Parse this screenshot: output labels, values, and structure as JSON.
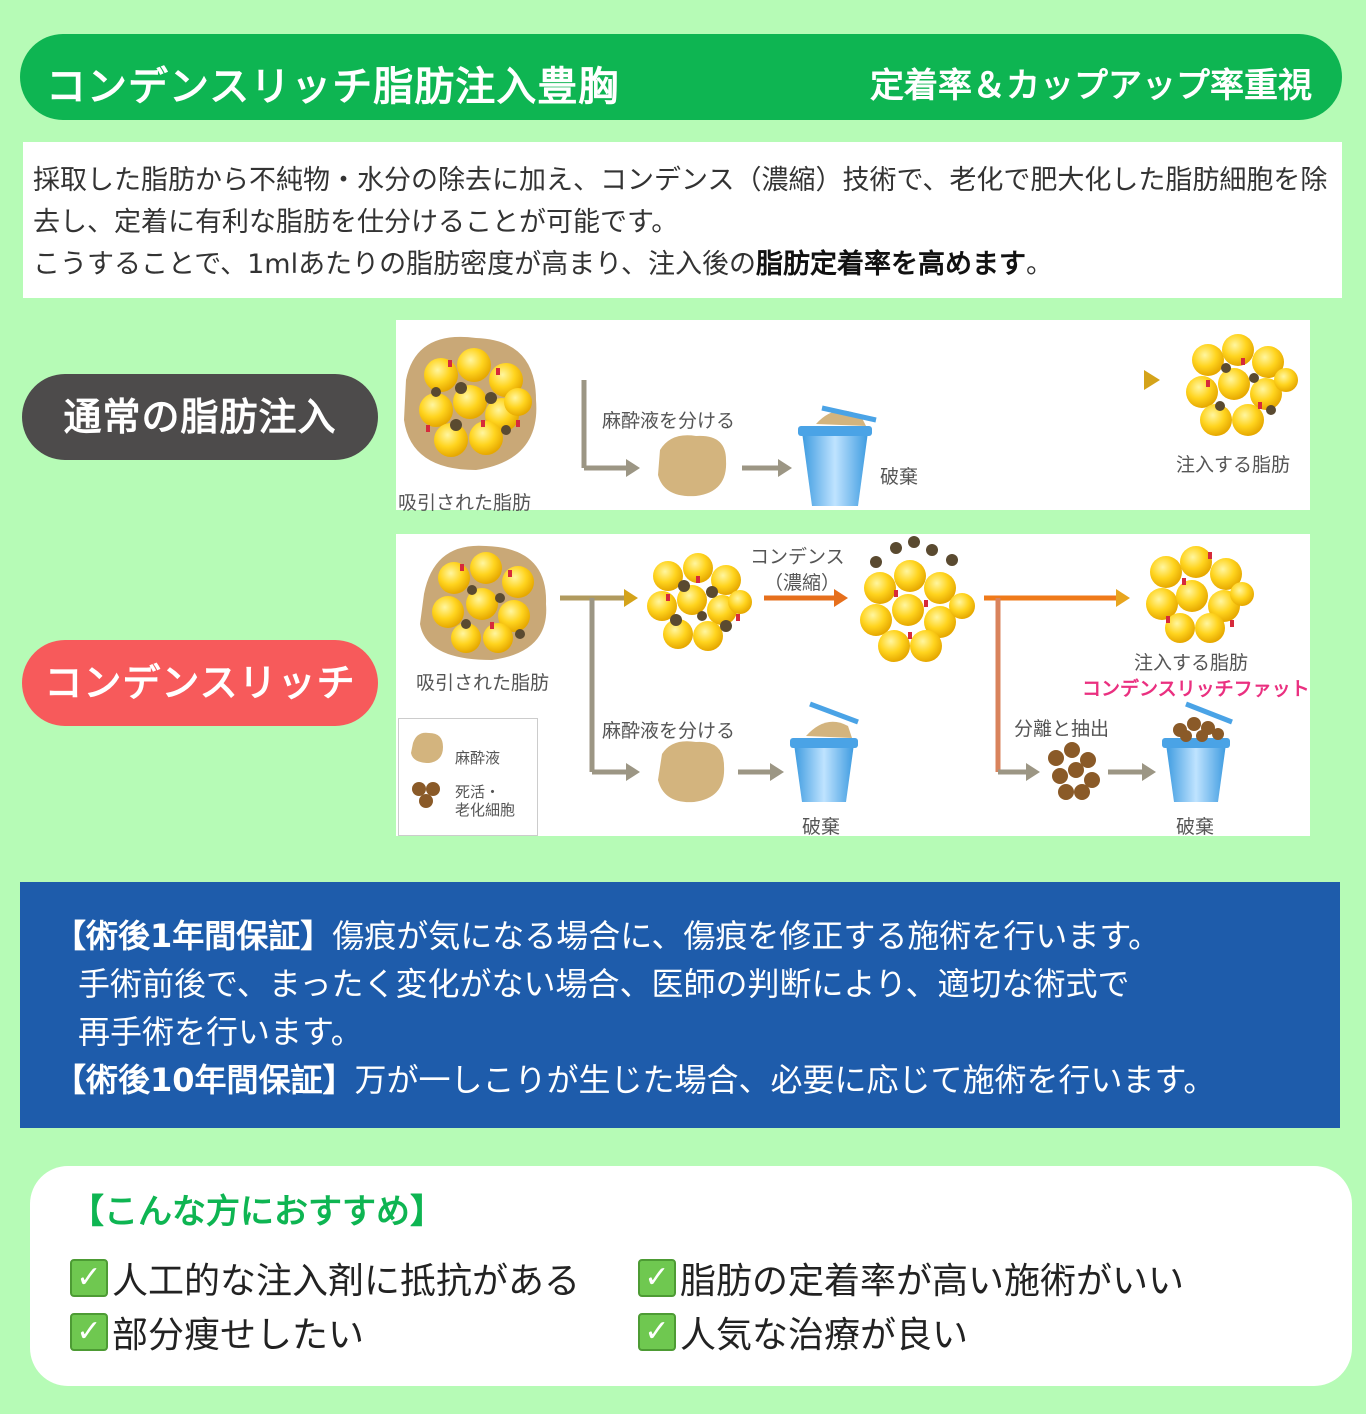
{
  "header": {
    "title": "コンデンスリッチ脂肪注入豊胸",
    "subtitle": "定着率＆カップアップ率重視"
  },
  "intro": {
    "line1": "採取した脂肪から不純物・水分の除去に加え、コンデンス（濃縮）技術で、老化で肥大化した脂肪細胞を除去し、定着に有利な脂肪を仕分けることが可能です。",
    "line2_prefix": "こうすることで、1mlあたりの脂肪密度が高まり、注入後の",
    "line2_bold": "脂肪定着率を高めます",
    "line2_suffix": "。"
  },
  "pills": {
    "normal": "通常の脂肪注入",
    "condense": "コンデンスリッチ"
  },
  "diagram_normal": {
    "suctioned": "吸引された脂肪",
    "separate": "麻酔液を分ける",
    "discard": "破棄",
    "inject": "注入する脂肪"
  },
  "diagram_condense": {
    "suctioned": "吸引された脂肪",
    "condense_line1": "コンデンス",
    "condense_line2": "（濃縮）",
    "separate": "麻酔液を分ける",
    "discard1": "破棄",
    "inject": "注入する脂肪",
    "fat_name": "コンデンスリッチファット",
    "extract": "分離と抽出",
    "discard2": "破棄",
    "legend_anesthetic": "麻酔液",
    "legend_dead_line1": "死活・",
    "legend_dead_line2": "老化細胞"
  },
  "guarantee": {
    "g1_label": "【術後1年間保証】",
    "g1_text": "傷痕が気になる場合に、傷痕を修正する施術を行います。",
    "g1_line2": "手術前後で、まったく変化がない場合、医師の判断により、適切な術式で",
    "g1_line3": "再手術を行います。",
    "g2_label": "【術後10年間保証】",
    "g2_text": "万が一しこりが生じた場合、必要に応じて施術を行います。"
  },
  "recommend": {
    "title": "【こんな方におすすめ】",
    "items": [
      "人工的な注入剤に抵抗がある",
      "脂肪の定着率が高い施術がいい",
      "部分痩せしたい",
      "人気な治療が良い"
    ]
  },
  "colors": {
    "background": "#b6fbb6",
    "header_green": "#0eb552",
    "pill_gray": "#4d4b4b",
    "pill_red": "#f75a5b",
    "guarantee_blue": "#1e5cab",
    "check_green": "#6fc850"
  }
}
